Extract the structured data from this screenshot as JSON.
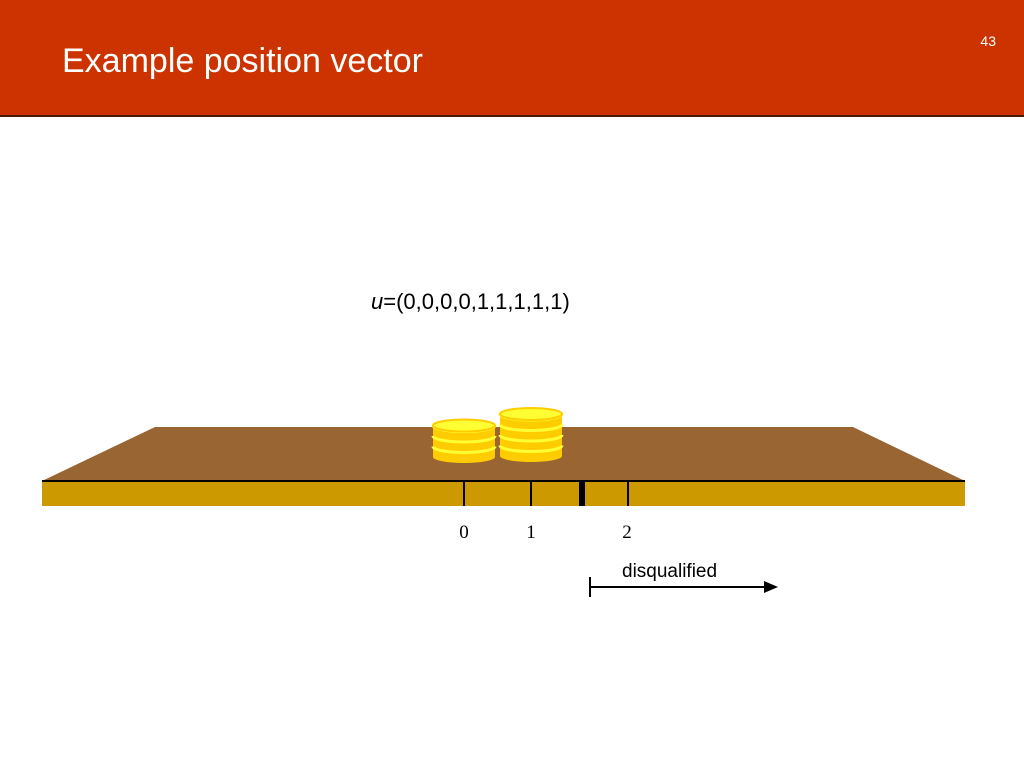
{
  "slide": {
    "title": "Example position vector",
    "page_number": "43"
  },
  "formula": {
    "variable": "u",
    "equals_vector": "=(0,0,0,0,1,1,1,1,1)"
  },
  "number_line": {
    "tick_labels": [
      "0",
      "1",
      "2"
    ],
    "disqualified_label": "disqualified"
  },
  "coin_stacks": [
    {
      "coins": 4
    },
    {
      "coins": 5
    }
  ],
  "colors": {
    "header": "#cc3300",
    "table_top": "#996633",
    "table_edge": "#cc9900",
    "coin_fill": "#ffcc00",
    "coin_top": "#ffff33"
  }
}
